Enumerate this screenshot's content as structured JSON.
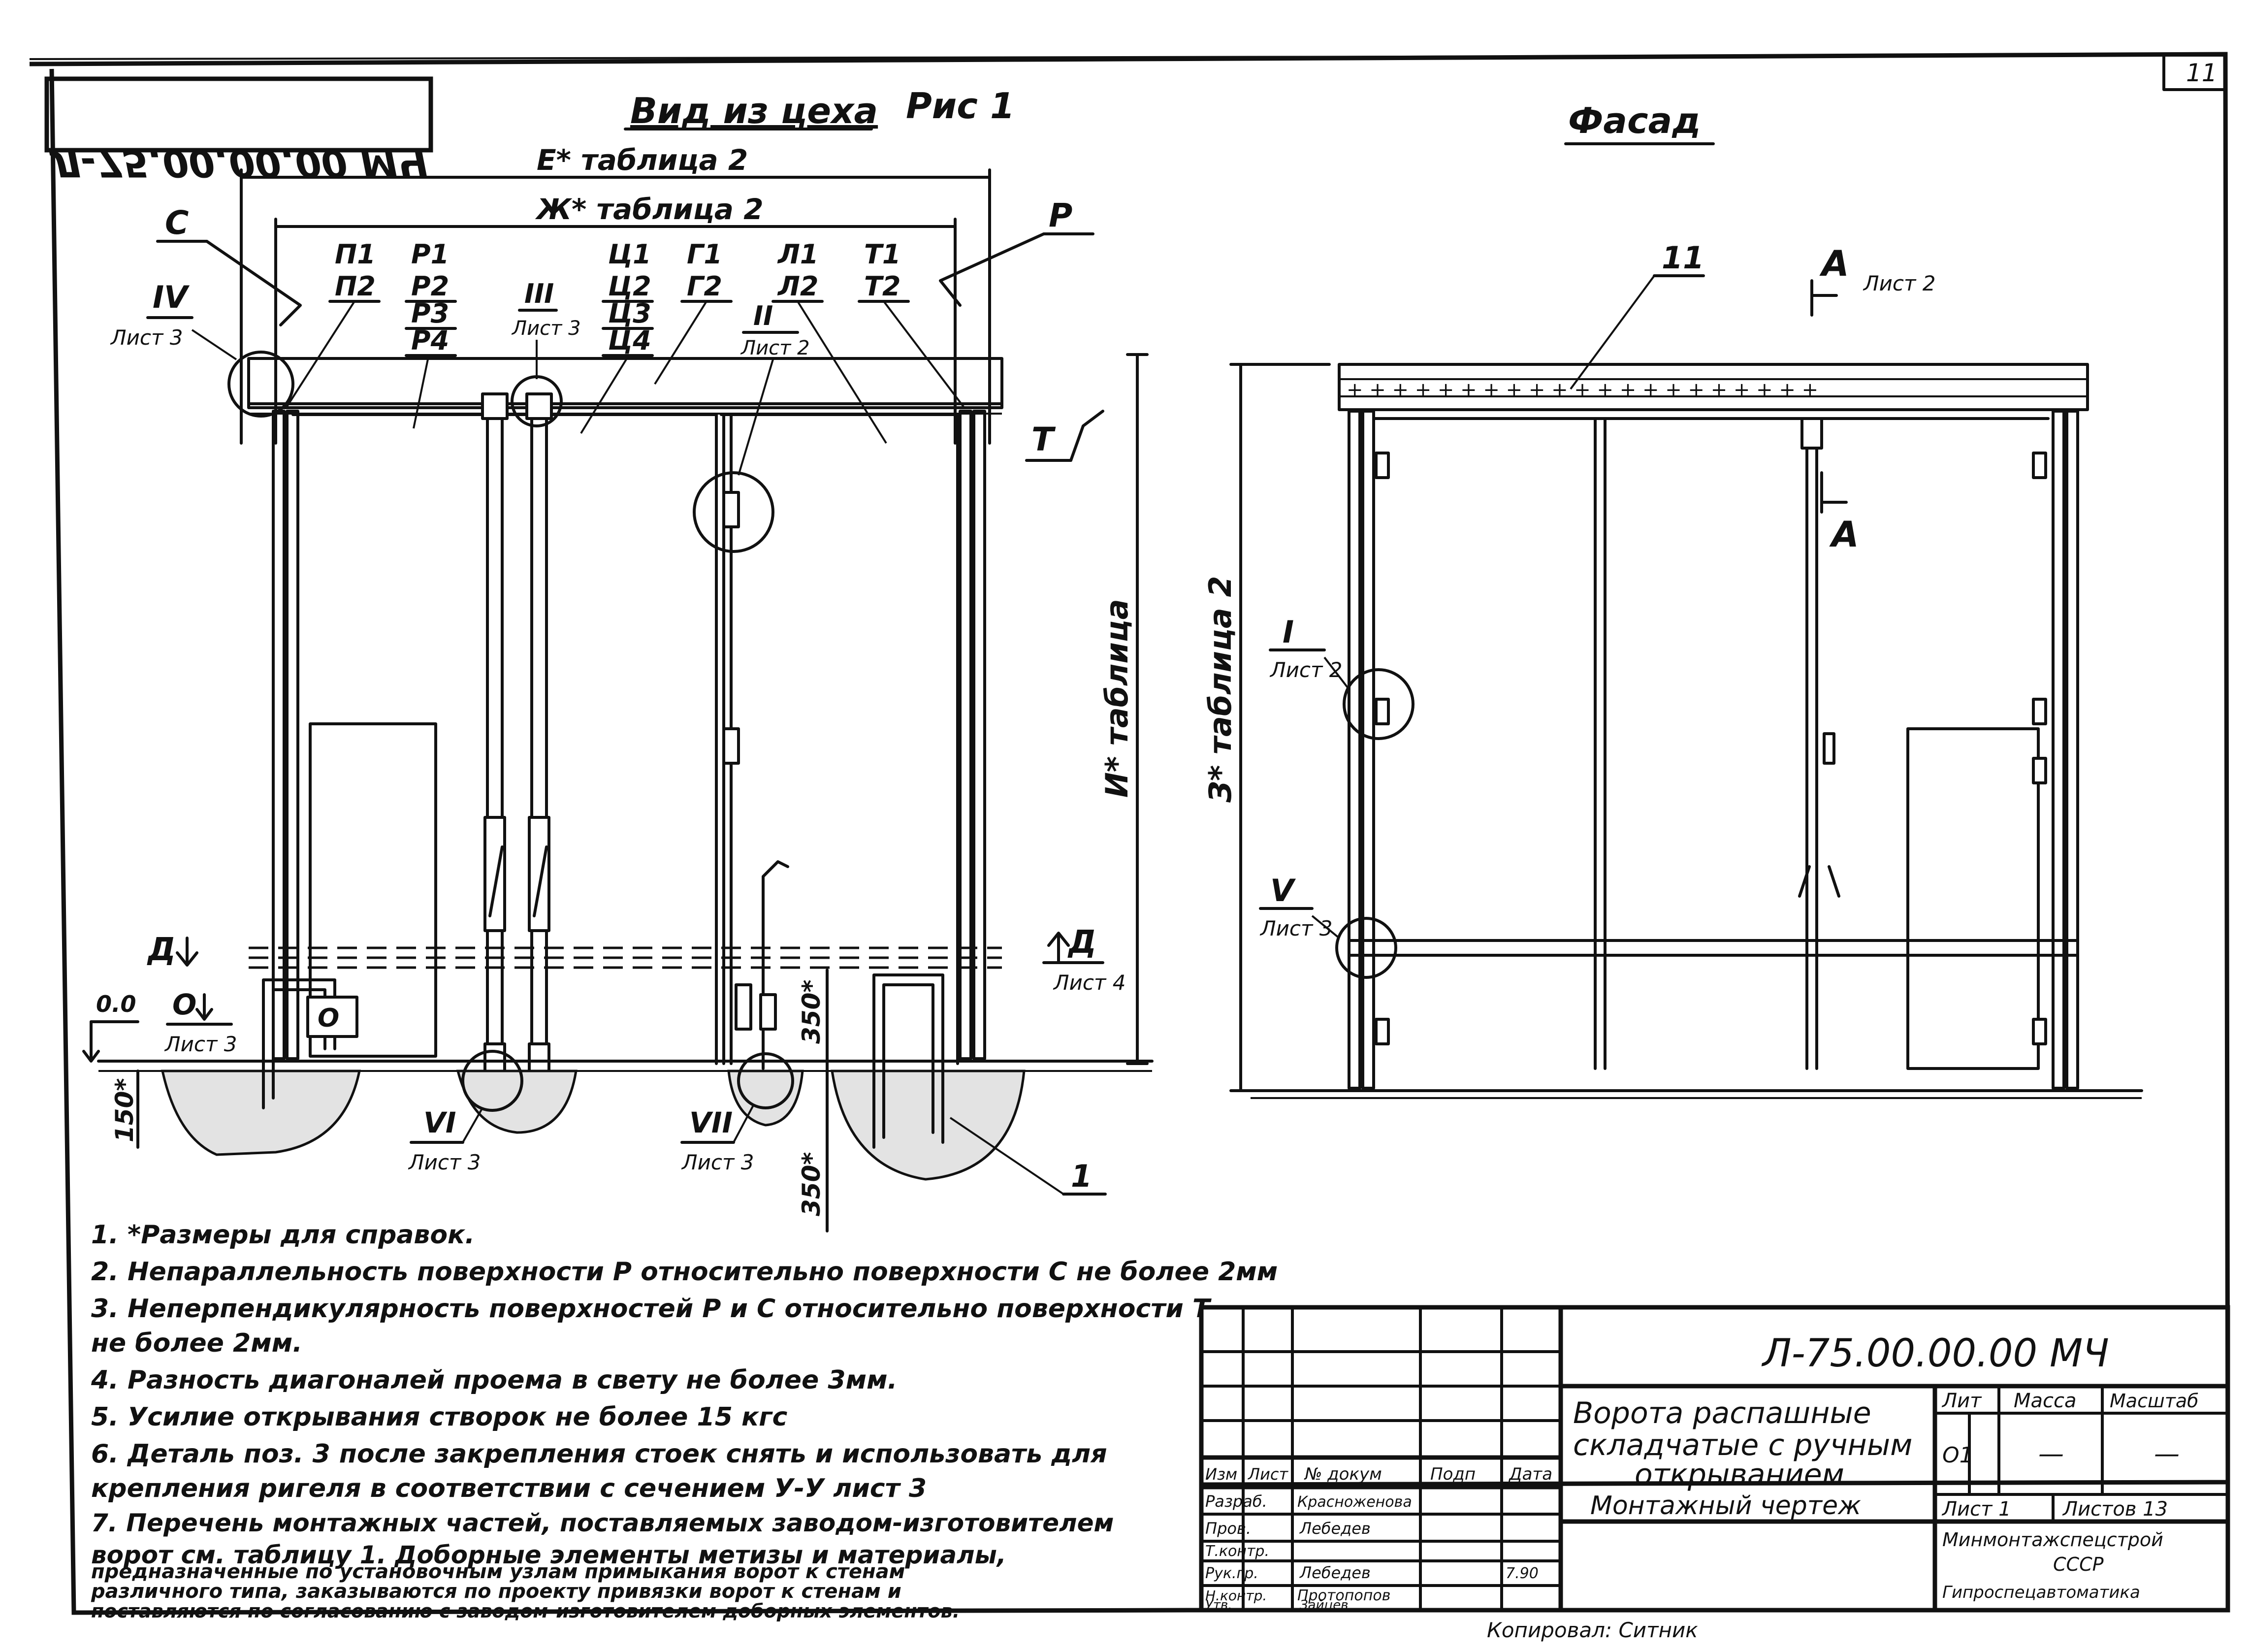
{
  "sheet_number": "11",
  "stamp_code_mirrored": "Л-75.00.00.00 МЧ",
  "fig_left": {
    "title": "Вид из цеха",
    "fig_label": "Рис 1",
    "dim_E": "Е* таблица 2",
    "dim_Zh": "Ж* таблица 2",
    "dim_I": "И* таблица",
    "surface_C": "С",
    "surface_P": "Р",
    "surface_T": "Т",
    "node_IV": "IV",
    "node_IV_sheet": "Лист 3",
    "node_III": "III",
    "node_III_sheet": "Лист 3",
    "node_II": "II",
    "node_II_sheet": "Лист 2",
    "node_VI": "VI",
    "node_VI_sheet": "Лист 3",
    "node_VII": "VII",
    "node_VII_sheet": "Лист 3",
    "pos_1": "1",
    "pos_P1": "П1",
    "pos_P2": "П2",
    "pos_R1": "Р1",
    "pos_R2": "Р2",
    "pos_R3": "Р3",
    "pos_R4": "Р4",
    "pos_Ts1": "Ц1",
    "pos_Ts2": "Ц2",
    "pos_Ts3": "Ц3",
    "pos_Ts4": "Ц4",
    "pos_G1": "Г1",
    "pos_G2": "Г2",
    "pos_L1": "Л1",
    "pos_L2": "Л2",
    "pos_T1": "Т1",
    "pos_T2": "Т2",
    "section_D": "Д",
    "section_D_sheet": "Лист 4",
    "section_O": "О",
    "section_O_sheet": "Лист 3",
    "level_00": "0.0",
    "dim_150": "150*",
    "dim_350_a": "350*",
    "dim_350_b": "350*"
  },
  "fig_right": {
    "title": "Фасад",
    "section_A": "А",
    "section_A_sheet": "Лист 2",
    "pos_11": "11",
    "node_I": "I",
    "node_I_sheet": "Лист 2",
    "node_V": "V",
    "node_V_sheet": "Лист 3",
    "dim_Z": "З* таблица 2"
  },
  "notes": [
    "1. *Размеры для справок.",
    "2. Непараллельность поверхности Р относительно поверхности С не более 2мм",
    "3. Неперпендикулярность поверхностей Р и С относительно поверхности Т",
    "не более 2мм.",
    "4. Разность диагоналей проема в свету не более 3мм.",
    "5. Усилие открывания створок не более 15 кгс",
    "6. Деталь поз. 3 после закрепления стоек снять и использовать для",
    "крепления ригеля в соответствии с сечением У-У лист 3",
    "7. Перечень монтажных частей, поставляемых заводом-изготовителем",
    "ворот см. таблицу 1. Доборные элементы метизы и материалы,",
    "предназначенные по установочным узлам примыкания ворот к стенам",
    "различного типа, заказываются по проекту привязки ворот к стенам и",
    "поставляются по согласованию с заводом-изготовителем доборных элементов."
  ],
  "title_block": {
    "code": "Л-75.00.00.00 МЧ",
    "name_line1": "Ворота распашные",
    "name_line2": "складчатые с ручным",
    "name_line3": "открыванием",
    "doc_type": "Монтажный чертеж",
    "col_headers": [
      "Изм",
      "Лист",
      "№ докум",
      "Подп",
      "Дата"
    ],
    "role_develop": "Разраб.",
    "name_develop": "Красноженова",
    "role_check": "Пров.",
    "name_check": "Лебедев",
    "role_tcontrol": "Т.контр.",
    "role_lead": "Рук.гр.",
    "name_lead": "Лебедев",
    "date_lead": "7.90",
    "role_ncontrol": "Н.контр.",
    "name_ncontrol": "Протопопов",
    "role_approve": "Утв.",
    "name_approve": "Зайцев",
    "lit_label": "Лит",
    "mass_label": "Масса",
    "scale_label": "Масштаб",
    "lit_value": "О1",
    "mass_value": "—",
    "scale_value": "—",
    "sheet_label": "Лист 1",
    "sheets_label": "Листов 13",
    "org_line1": "Минмонтажспецстрой",
    "org_line2": "СССР",
    "org_line3": "Гипроспецавтоматика",
    "copied_by": "Копировал: Ситник"
  }
}
